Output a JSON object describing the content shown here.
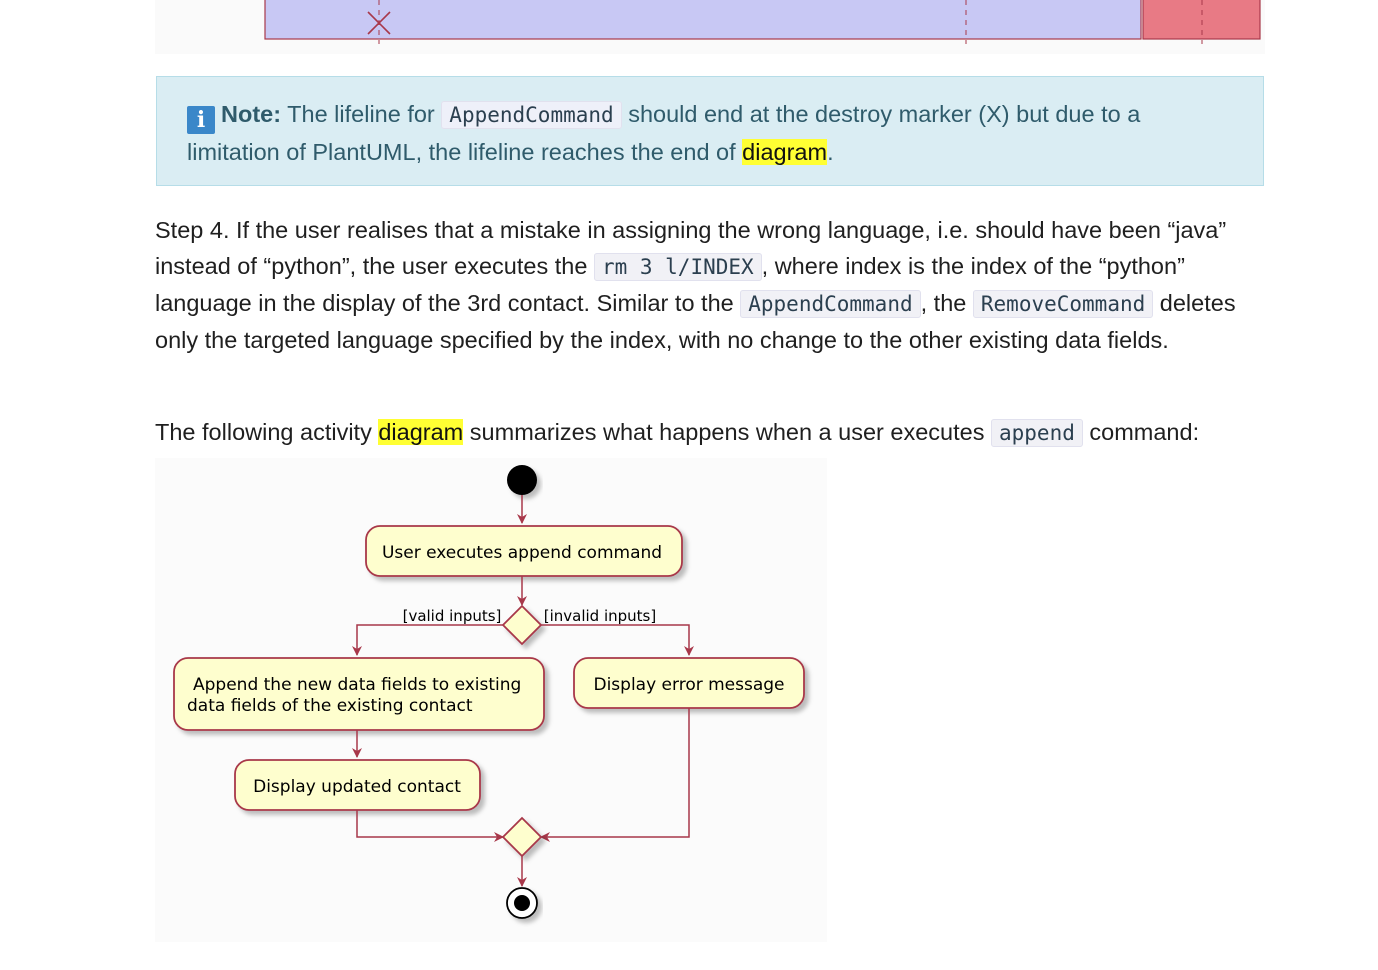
{
  "sequence_fragment": {
    "destroy_marker": "X"
  },
  "note": {
    "icon": "info-icon",
    "label": "Note:",
    "text_1": "The lifeline for",
    "code_1": "AppendCommand",
    "text_2": "should end at the destroy marker (X) but due to a limitation of PlantUML, the lifeline reaches the end of",
    "highlight": "diagram",
    "text_3": "."
  },
  "step4": {
    "t1": "Step 4. If the user realises that a mistake in assigning the wrong language, i.e. should have been “java” instead of “python”, the user executes the",
    "c1": "rm 3 l/INDEX",
    "t2": ", where index is the index of the “python” language in the display of the 3rd contact. Similar to the",
    "c2": "AppendCommand",
    "t3": ", the",
    "c3": "RemoveCommand",
    "t4": "deletes only the targeted language specified by the index, with no change to the other existing data fields."
  },
  "activity_intro": {
    "t1": "The following activity",
    "highlight": "diagram",
    "t2": "summarizes what happens when a user executes",
    "c1": "append",
    "t3": "command:"
  },
  "activity_diagram": {
    "start_action": "User executes append command",
    "guard_valid": "[valid inputs]",
    "guard_invalid": "[invalid inputs]",
    "append_line1": "Append the new data fields to existing",
    "append_line2": "data fields of the existing contact",
    "error_action": "Display error message",
    "updated_action": "Display updated contact"
  }
}
